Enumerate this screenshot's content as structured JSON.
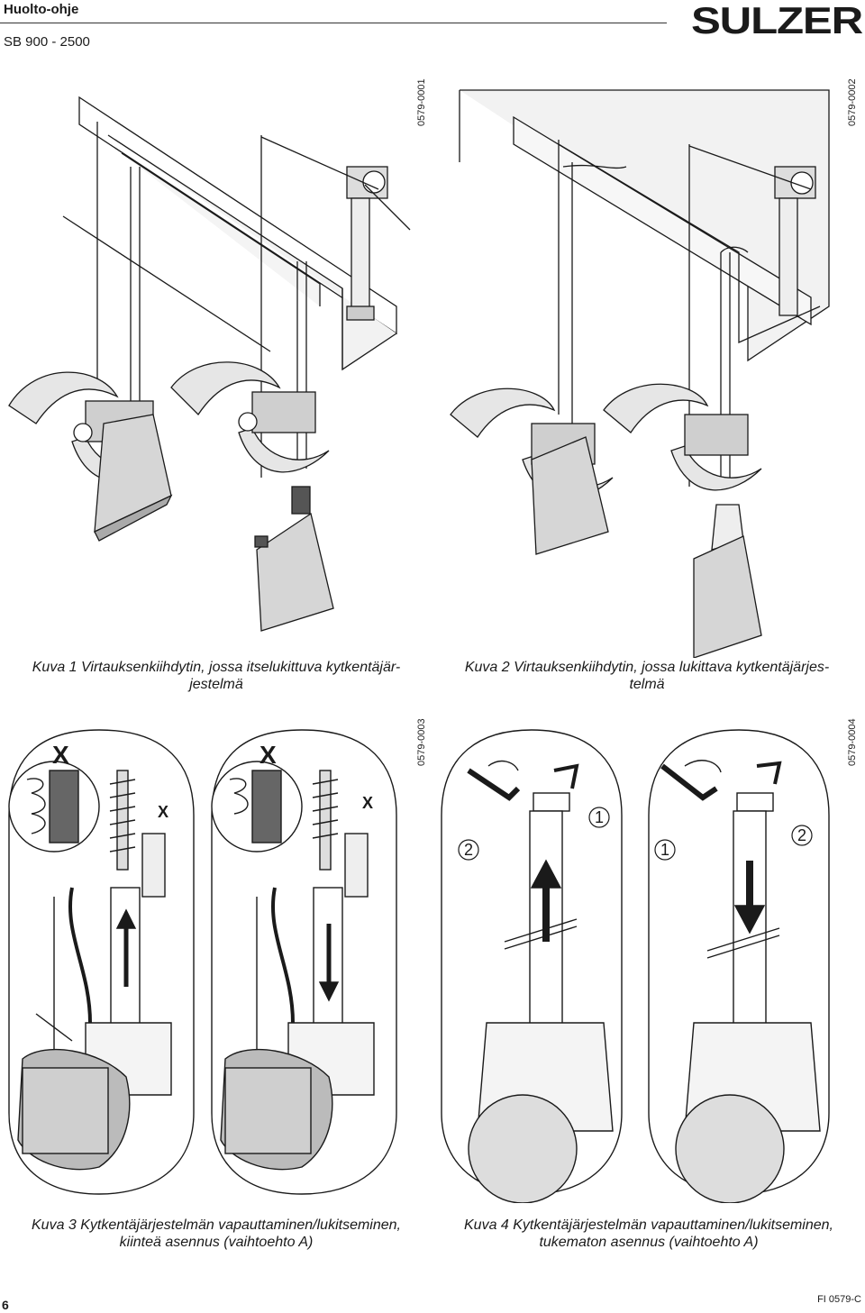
{
  "header": {
    "title": "Huolto-ohje",
    "model": "SB 900 - 2500",
    "brand": "SULZER"
  },
  "figures": [
    {
      "id": "0579-0001",
      "caption_line1": "Kuva 1 Virtauksenkiihdytin, jossa itselukittuva kytkentäjär-",
      "caption_line2": "jestelmä"
    },
    {
      "id": "0579-0002",
      "caption_line1": "Kuva 2 Virtauksenkiihdytin, jossa lukittava kytkentäjärjes-",
      "caption_line2": "telmä"
    },
    {
      "id": "0579-0003",
      "caption_line1": "Kuva 3 Kytkentäjärjestelmän vapauttaminen/lukitseminen,",
      "caption_line2": "kiinteä asennus (vaihtoehto A)",
      "labels": [
        "X",
        "X",
        "X",
        "X"
      ]
    },
    {
      "id": "0579-0004",
      "caption_line1": "Kuva 4 Kytkentäjärjestelmän vapauttaminen/lukitseminen,",
      "caption_line2": "tukematon asennus (vaihtoehto A)",
      "labels": [
        "2",
        "1",
        "1",
        "2"
      ]
    }
  ],
  "footer": {
    "page": "6",
    "code": "FI 0579-C"
  },
  "colors": {
    "line": "#1a1a1a",
    "fill_light": "#e6e6e6",
    "fill_mid": "#bdbdbd",
    "fill_dark": "#555555"
  }
}
